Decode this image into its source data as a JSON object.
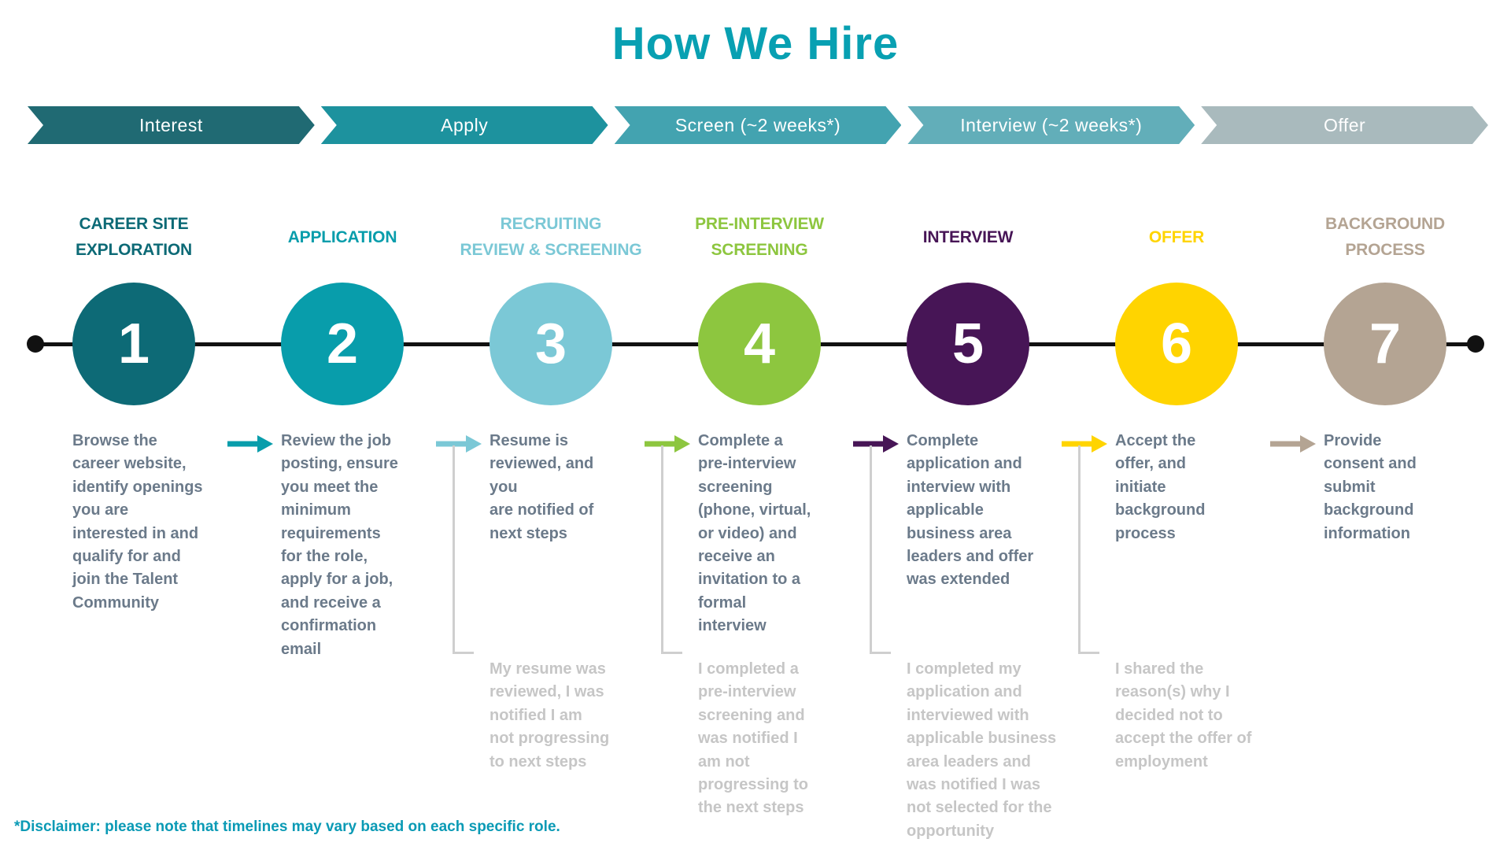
{
  "title": "How We Hire",
  "palette": {
    "title_teal": "#08a0b2",
    "body_text": "#6b7a8a",
    "muted_text": "#c6c6c6",
    "connector_gray": "#cfcfcf",
    "timeline_black": "#111111",
    "disclaimer_teal": "#0a9ab5"
  },
  "banner": {
    "stages": [
      {
        "label": "Interest",
        "color": "#206a73"
      },
      {
        "label": "Apply",
        "color": "#1d929e"
      },
      {
        "label": "Screen (~2 weeks*)",
        "color": "#43a3b0"
      },
      {
        "label": "Interview (~2 weeks*)",
        "color": "#62aeb9"
      },
      {
        "label": "Offer",
        "color": "#a9babd"
      }
    ]
  },
  "steps": [
    {
      "number": "1",
      "label": "CAREER SITE\nEXPLORATION",
      "color": "#0d6a76",
      "description": "Browse the\ncareer website,\nidentify openings\nyou are\ninterested in and\nqualify for and\njoin the Talent\nCommunity"
    },
    {
      "number": "2",
      "label": "APPLICATION",
      "color": "#089dab",
      "description": "Review the job\nposting, ensure\nyou meet the\nminimum\nrequirements\nfor the role,\napply for a job,\nand receive a\nconfirmation\nemail"
    },
    {
      "number": "3",
      "label": "RECRUITING\nREVIEW & SCREENING",
      "color": "#7bc8d6",
      "description": "Resume is\nreviewed, and\nyou\nare notified of\nnext steps",
      "secondary": "My resume was\nreviewed, I was\nnotified I am\nnot progressing\nto next steps"
    },
    {
      "number": "4",
      "label": "PRE-INTERVIEW\nSCREENING",
      "color": "#8dc63f",
      "description": "Complete a\npre-interview\nscreening\n(phone, virtual,\nor video) and\nreceive an\ninvitation to a\nformal\ninterview",
      "secondary": "I completed a\npre-interview\nscreening and\nwas notified I\nam not\nprogressing to\nthe next steps"
    },
    {
      "number": "5",
      "label": "INTERVIEW",
      "color": "#471556",
      "description": "Complete\napplication and\ninterview with\napplicable\nbusiness area\nleaders and offer\nwas extended",
      "secondary": "I completed my\napplication and\ninterviewed with\napplicable business\narea leaders and\nwas notified I was\nnot selected for the\nopportunity"
    },
    {
      "number": "6",
      "label": "OFFER",
      "color": "#ffd400",
      "description": "Accept the\noffer, and\ninitiate\nbackground\nprocess",
      "secondary": "I shared the\nreason(s) why I\ndecided not to\naccept the offer of\nemployment"
    },
    {
      "number": "7",
      "label": "BACKGROUND\nPROCESS",
      "color": "#b4a493",
      "description": "Provide\nconsent and\nsubmit\nbackground\ninformation"
    }
  ],
  "disclaimer": "*Disclaimer: please note that timelines may vary based on each specific role."
}
